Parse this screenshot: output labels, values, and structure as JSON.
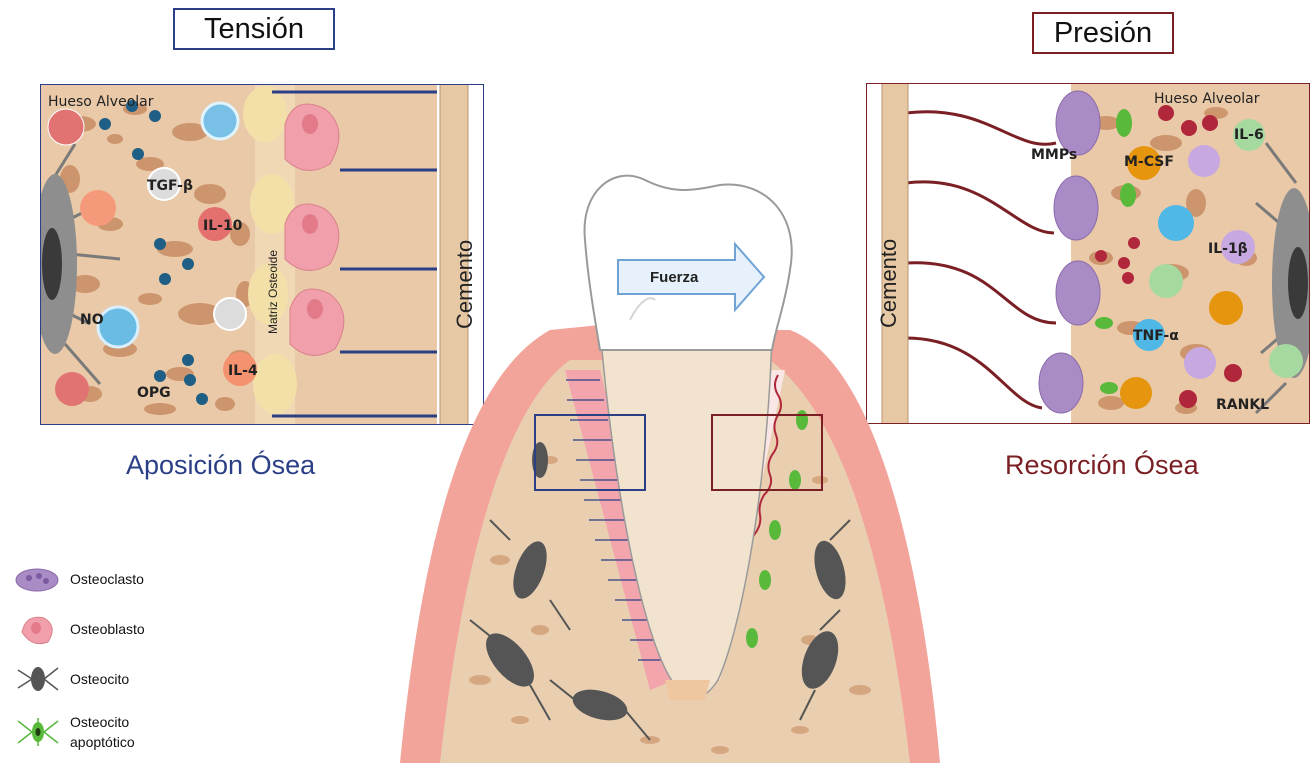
{
  "titles": {
    "left": "Tensión",
    "right": "Presión"
  },
  "captions": {
    "left": "Aposición Ósea",
    "right": "Resorción Ósea"
  },
  "left_panel": {
    "bone_label": "Hueso Alveolar",
    "matrix_label": "Matriz Osteoide",
    "cementum_label": "Cemento",
    "molecules": [
      "TGF-β",
      "IL-10",
      "NO",
      "IL-4",
      "OPG"
    ]
  },
  "right_panel": {
    "bone_label": "Hueso Alveolar",
    "cementum_label": "Cemento",
    "molecules": [
      "MMPs",
      "M-CSF",
      "IL-6",
      "IL-1β",
      "TNF-α",
      "RANKL"
    ]
  },
  "tooth": {
    "force_label": "Fuerza"
  },
  "legend": [
    {
      "icon": "osteoclast-icon",
      "label": "Osteoclasto"
    },
    {
      "icon": "osteoblast-icon",
      "label": "Osteoblasto"
    },
    {
      "icon": "osteocyte-icon",
      "label": "Osteocito"
    },
    {
      "icon": "apoptotic-osteocyte-icon",
      "label": "Osteocito\napoptótico"
    }
  ],
  "colors": {
    "tension": "#2b3f86",
    "pressure": "#7a1f23",
    "bone": "#e9c9a8",
    "bone_spot": "#c98d63",
    "gum": "#f2a39a",
    "osteoclast": "#a98bc6",
    "osteoblast": "#f1a0ab",
    "osteocyte": "#555555",
    "apoptotic": "#58b93b"
  }
}
